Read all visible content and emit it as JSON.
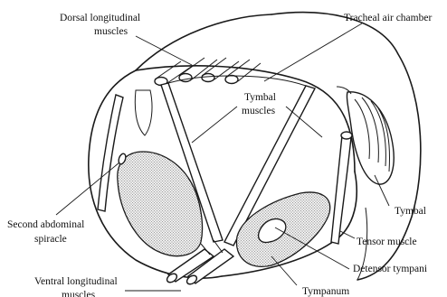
{
  "labels": {
    "dorsal_longitudinal": [
      "Dorsal longitudinal",
      "muscles"
    ],
    "tracheal_air_chamber": "Tracheal air chamber",
    "tymbal_muscles": [
      "Tymbal",
      "muscles"
    ],
    "second_abdominal_spiracle": [
      "Second abdominal",
      "spiracle"
    ],
    "tymbal": "Tymbal",
    "tensor_muscle": "Tensor muscle",
    "detensor_tympani": "Detensor tympani",
    "ventral_longitudinal": [
      "Ventral longitudinal",
      "muscles"
    ],
    "tympanum": "Tympanum"
  }
}
